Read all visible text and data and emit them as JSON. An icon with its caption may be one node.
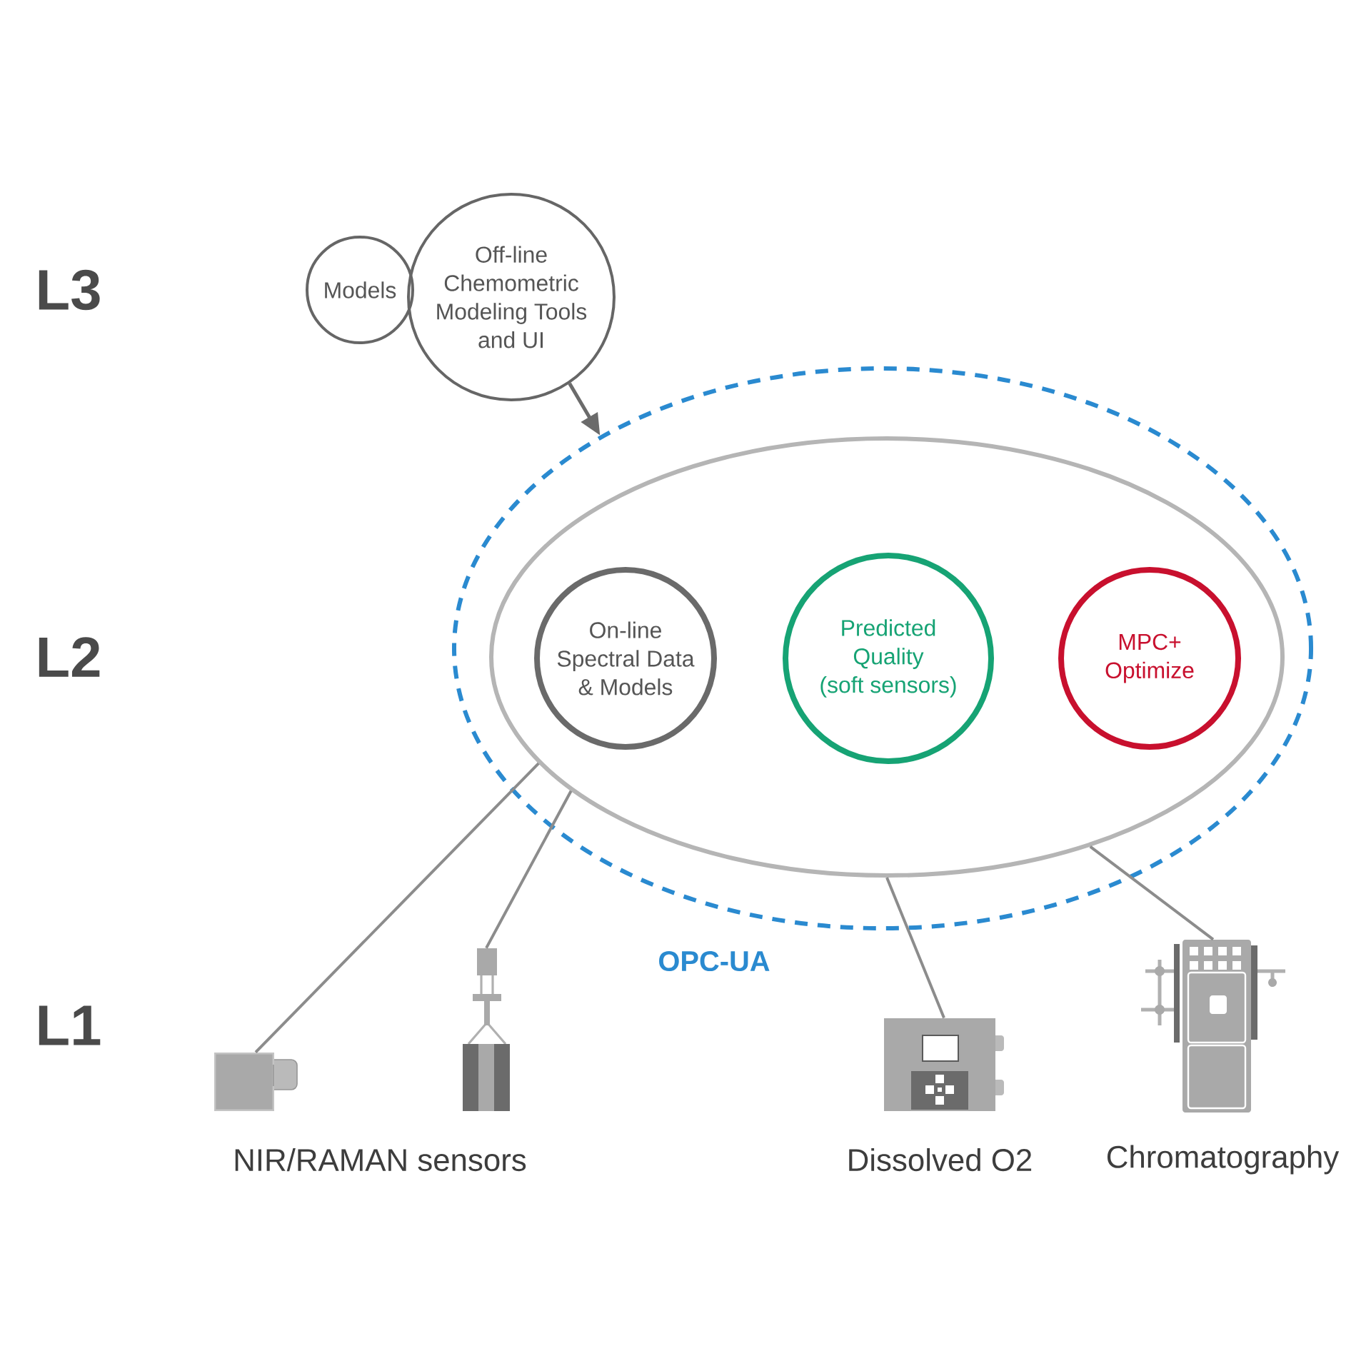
{
  "diagram": {
    "nodes": [
      {
        "text": [
          "Models"
        ]
      },
      {
        "text": [
          "Off-line Chemometric Modeling Tools and UI"
        ]
      },
      {
        "text": [
          "OPC-UA"
        ]
      },
      {
        "text": [],
        "shape": "ellipse",
        "in": 2
      },
      {
        "text": [
          "On-line Spectral Data & Models"
        ],
        "in": 3
      },
      {
        "text": [
          "Predicted Quality (soft sensors)"
        ],
        "in": 3
      },
      {
        "text": [
          "MPC+ Optimize"
        ],
        "in": 3
      },
      {
        "text": [],
        "shape": "picture"
      },
      {
        "text": [],
        "shape": "picture"
      },
      {
        "text": [],
        "shape": "picture",
        "beside": [
          "Dissolved O2"
        ]
      },
      {
        "text": [],
        "shape": "picture",
        "beside": [
          "Chromatography"
        ]
      }
    ],
    "edges": [
      {
        "from": 1,
        "to": 2,
        "arrow": "to",
        "color": "#6b6b6b"
      },
      {
        "from": 3,
        "to": 7,
        "arrow": "none"
      },
      {
        "from": 3,
        "to": 8,
        "arrow": "none"
      },
      {
        "from": 3,
        "to": 9,
        "arrow": "none"
      },
      {
        "from": 3,
        "to": 10,
        "arrow": "none"
      }
    ],
    "labels": [
      "L3",
      "L2",
      "L1",
      "NIR/RAMAN sensors"
    ]
  }
}
